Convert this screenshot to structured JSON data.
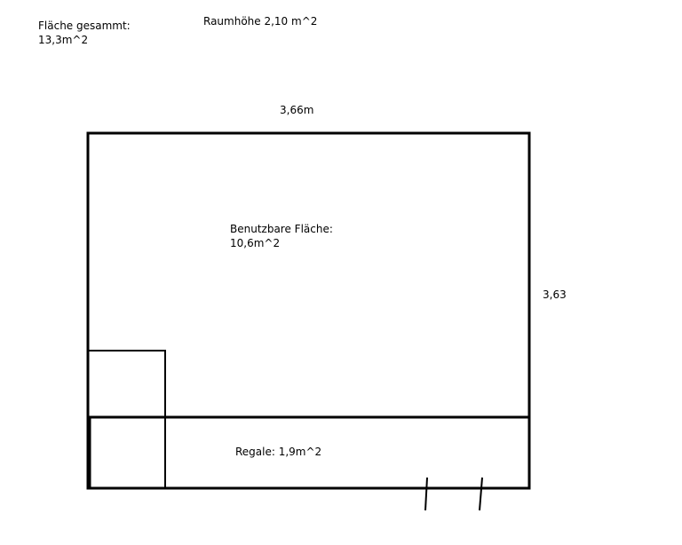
{
  "labels": {
    "total_area_title": "Fläche gesammt:",
    "total_area_value": "13,3m^2",
    "room_height": "Raumhöhe 2,10 m^2",
    "width_dimension": "3,66m",
    "usable_area_title": "Benutzbare Fläche:",
    "usable_area_value": "10,6m^2",
    "depth_dimension": "3,63",
    "shelves": "Regale: 1,9m^2"
  },
  "colors": {
    "line": "#000000",
    "background": "#ffffff"
  }
}
